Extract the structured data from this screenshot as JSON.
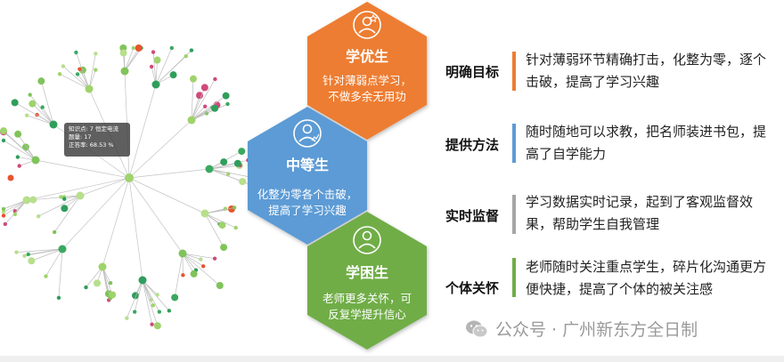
{
  "network": {
    "tooltip": {
      "line1": "知识点: 7 恒定电流",
      "line2": "题量: 17",
      "line3": "正答率: 68.53 %"
    }
  },
  "hexagons": [
    {
      "title": "学优生",
      "desc1": "针对薄弱点学习，",
      "desc2": "不做多余无用功",
      "color": "#ed7d31",
      "icon": "student-star-icon"
    },
    {
      "title": "中等生",
      "desc1": "化整为零各个击破，",
      "desc2": "提高了学习兴趣",
      "color": "#5b9bd5",
      "icon": "student-growth-icon"
    },
    {
      "title": "学困生",
      "desc1": "老师更多关怀，可",
      "desc2": "反复学提升信心",
      "color": "#70ad47",
      "icon": "student-person-icon"
    }
  ],
  "rows": [
    {
      "label": "明确目标",
      "bar_color": "#ed7d31",
      "desc": "针对薄弱环节精确打击，化整为零，逐个击破，提高了学习兴趣"
    },
    {
      "label": "提供方法",
      "bar_color": "#5b9bd5",
      "desc": "随时随地可以求教，把名师装进书包，提高了自学能力"
    },
    {
      "label": "实时监督",
      "bar_color": "#a5a5a5",
      "desc": "学习数据实时记录，起到了客观监督效果，帮助学生自我管理"
    },
    {
      "label": "个体关怀",
      "bar_color": "#70ad47",
      "desc": "老师随时关注重点学生，碎片化沟通更方便快捷，提高了个体的被关注感"
    }
  ],
  "watermark": {
    "text": "公众号 · 广州新东方全日制",
    "icon": "wechat-icon"
  }
}
